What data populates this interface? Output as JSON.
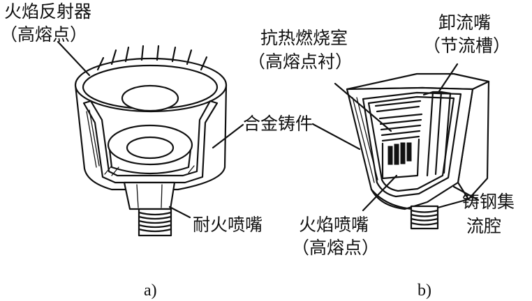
{
  "figure_a": {
    "labels": {
      "flame_reflector": "火焰反射器",
      "flame_reflector_note": "（高熔点）",
      "alloy_casting": "合金铸件",
      "refractory_nozzle": "耐火喷嘴"
    },
    "caption": "a)"
  },
  "figure_b": {
    "labels": {
      "relief_nozzle": "卸流嘴",
      "relief_nozzle_note": "（节流槽）",
      "heat_resistant_chamber": "抗热燃烧室",
      "heat_resistant_chamber_note": "（高熔点衬）",
      "flame_nozzle": "火焰喷嘴",
      "flame_nozzle_note": "（高熔点）",
      "cast_steel_manifold_line1": "铸钢集",
      "cast_steel_manifold_line2": "流腔"
    },
    "caption": "b)"
  }
}
